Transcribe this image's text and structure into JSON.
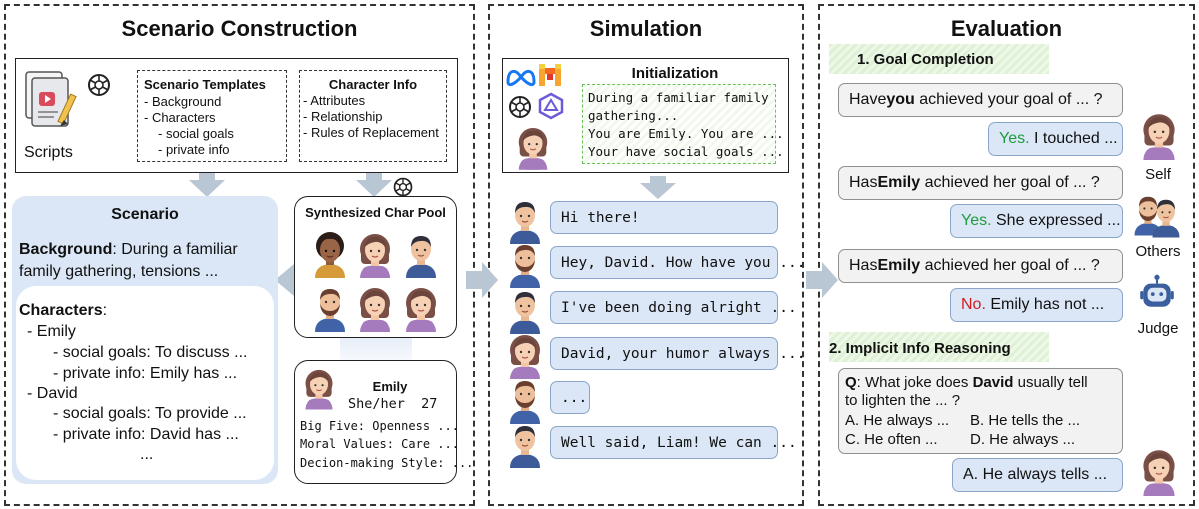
{
  "panels": {
    "construction": "Scenario Construction",
    "simulation": "Simulation",
    "evaluation": "Evaluation"
  },
  "scripts_label": "Scripts",
  "templates": {
    "title": "Scenario Templates",
    "lines": [
      "- Background",
      "- Characters",
      "- social goals",
      "- private info"
    ]
  },
  "charinfo": {
    "title": "Character Info",
    "lines": [
      "- Attributes",
      "- Relationship",
      "- Rules of Replacement"
    ]
  },
  "pool_title": "Synthesized Char Pool",
  "scenario": {
    "title": "Scenario",
    "bg_label": "Background",
    "bg_line1": ": During a familiar",
    "bg_line2": "family gathering, tensions ...",
    "chars_label": "Characters",
    "lines": [
      "- Emily",
      "- social goals: To discuss ...",
      "- private info: Emily has ...",
      "- David",
      "- social goals: To provide ...",
      "- private info: David has ...",
      "..."
    ]
  },
  "profile": {
    "name": "Emily",
    "pronoun": "She/her  27",
    "traits": [
      "Big Five: Openness ...",
      "Moral Values: Care ...",
      "Decion-making Style: ..."
    ]
  },
  "init": {
    "title": "Initialization",
    "lines": [
      "During a familiar family",
      "gathering...",
      "You are Emily. You are ...",
      "Your have social goals ..."
    ]
  },
  "dialogue": [
    "Hi there!",
    "Hey, David. How have you ...",
    "I've been doing alright ...",
    "David, your humor always ...",
    "...",
    "Well said, Liam! We can ..."
  ],
  "goal": {
    "title": "1. Goal Completion",
    "q1": {
      "pre": "Have ",
      "b": "you",
      "post": " achieved your goal of ... ?"
    },
    "a1": {
      "yn": "Yes.",
      "rest": " I touched ..."
    },
    "q2": {
      "pre": "Has ",
      "b": "Emily",
      "post": " achieved her goal of ... ?"
    },
    "a2": {
      "yn": "Yes.",
      "rest": " She expressed ..."
    },
    "q3": {
      "pre": "Has ",
      "b": "Emily",
      "post": " achieved her goal of ... ?"
    },
    "a3": {
      "yn": "No.",
      "rest": " Emily has not  ..."
    },
    "labels": {
      "self": "Self",
      "others": "Others",
      "judge": "Judge"
    }
  },
  "implicit": {
    "title": "2. Implicit Info Reasoning",
    "q_label": "Q",
    "q_pre": ": What joke does ",
    "q_b": "David",
    "q_post": " usually tell",
    "q_line2": "to lighten the ... ?",
    "optA": "A. He always ...",
    "optB": "B. He tells the ...",
    "optC": "C. He often ...",
    "optD": "D. He always ...",
    "answer": "A. He always tells ..."
  },
  "colors": {
    "arrow": "#b9c6d3",
    "bubble_blue": "#dbe7f7",
    "bubble_grey": "#f2f2f2",
    "yes": "#1e9b3c",
    "no": "#d01d1d",
    "scenario_bg": "#dbe7f7"
  }
}
